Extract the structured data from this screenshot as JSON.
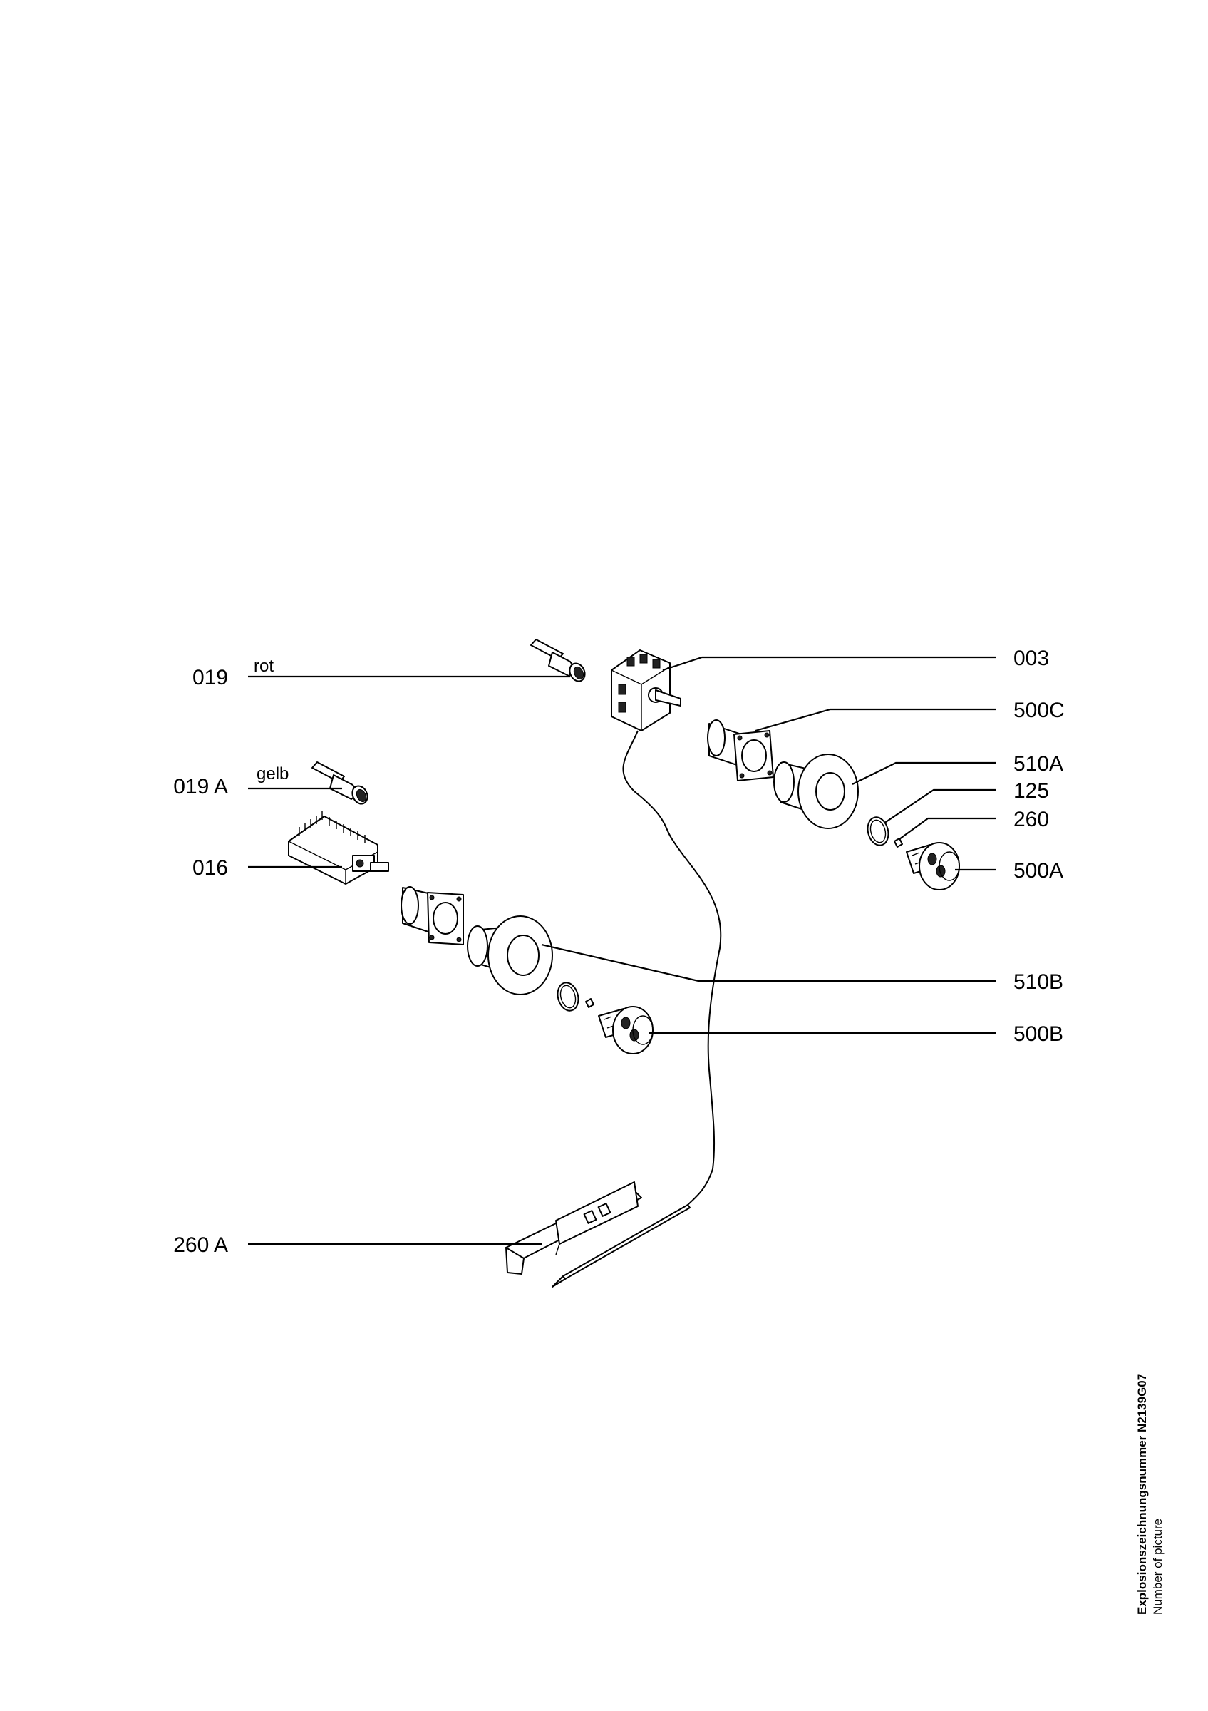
{
  "labels": {
    "p019": "019",
    "p019a": "019 A",
    "p016": "016",
    "p260a": "260 A",
    "p003": "003",
    "p500c": "500C",
    "p510a": "510A",
    "p125": "125",
    "p260": "260",
    "p500a": "500A",
    "p510b": "510B",
    "p500b": "500B"
  },
  "annotations": {
    "rot": "rot",
    "gelb": "gelb"
  },
  "footer": {
    "title": "Explosionszeichnungsnummer N2139G07",
    "subtitle": "Number of picture"
  }
}
